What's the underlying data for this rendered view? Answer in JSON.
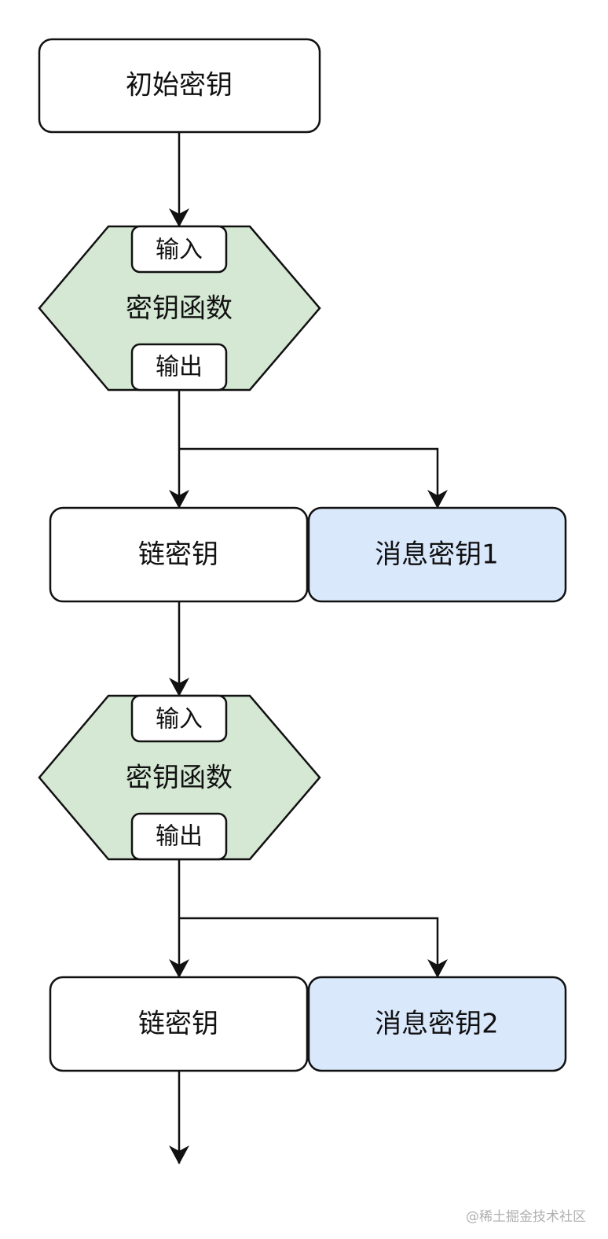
{
  "colors": {
    "stroke": "#111111",
    "white_fill": "#ffffff",
    "green_fill": "#d5e8d4",
    "blue_fill": "#dae8fc"
  },
  "nodes": {
    "initial_key": "初始密钥",
    "kdf_1": {
      "label": "密钥函数",
      "input": "输入",
      "output": "输出"
    },
    "chain_key_1": "链密钥",
    "message_key_1": "消息密钥1",
    "kdf_2": {
      "label": "密钥函数",
      "input": "输入",
      "output": "输出"
    },
    "chain_key_2": "链密钥",
    "message_key_2": "消息密钥2"
  },
  "watermark": "@稀土掘金技术社区"
}
